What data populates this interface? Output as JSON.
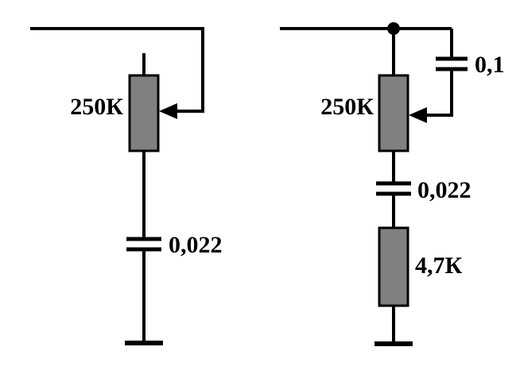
{
  "diagram_title": "tone-control-circuit-schematics",
  "colors": {
    "background": "#ffffff",
    "line": "#000000",
    "component_fill": "#808080"
  },
  "left_circuit": {
    "potentiometer_label": "250К",
    "capacitor_label": "0,022"
  },
  "right_circuit": {
    "potentiometer_label": "250К",
    "top_capacitor_label": "0,1",
    "coupling_capacitor_label": "0,022",
    "resistor_label": "4,7К"
  }
}
